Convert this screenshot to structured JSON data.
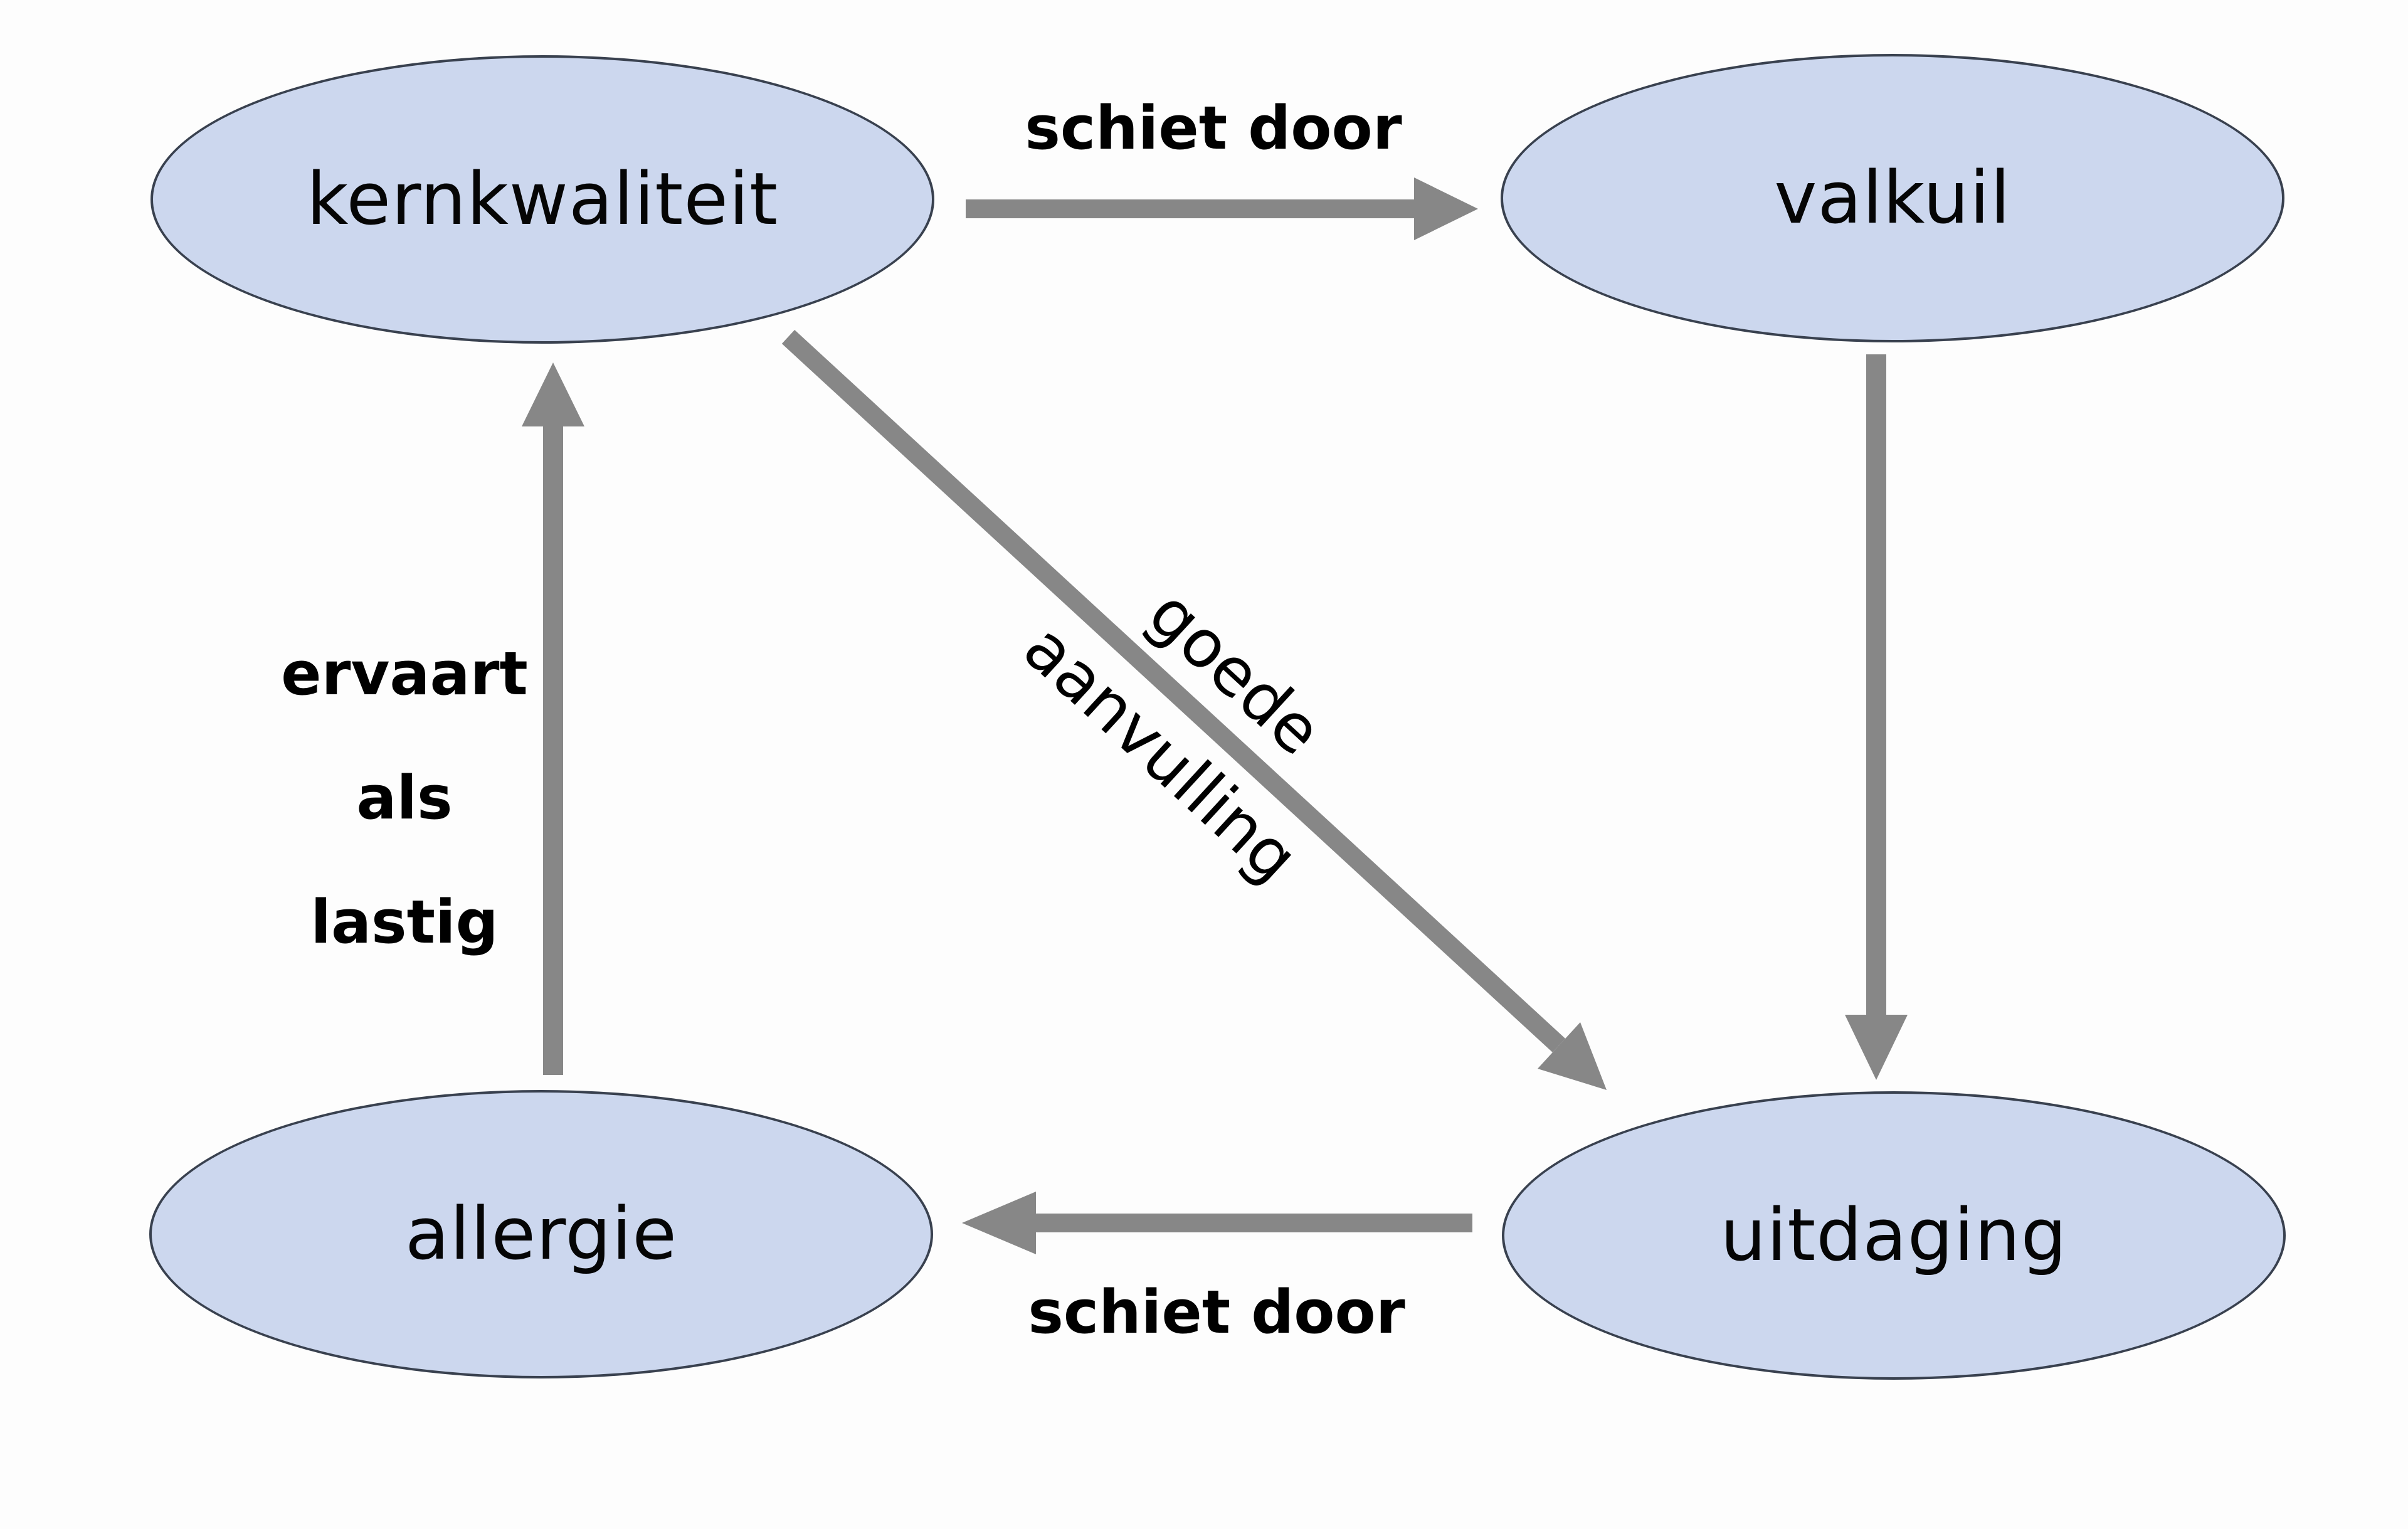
{
  "nodes": {
    "kernkwaliteit": {
      "label": "kernkwaliteit"
    },
    "valkuil": {
      "label": "valkuil"
    },
    "allergie": {
      "label": "allergie"
    },
    "uitdaging": {
      "label": "uitdaging"
    }
  },
  "edges": {
    "kernkwaliteit_to_valkuil": {
      "label": "schiet door",
      "direction": "right"
    },
    "valkuil_to_uitdaging": {
      "label": "",
      "direction": "down"
    },
    "uitdaging_to_allergie": {
      "label": "schiet door",
      "direction": "left"
    },
    "allergie_to_kernkwaliteit": {
      "direction": "up",
      "label_lines": {
        "0": "ervaart",
        "1": "als",
        "2": "lastig"
      }
    },
    "kernkwaliteit_to_uitdaging": {
      "direction": "diagonal-down-right",
      "label_lines": {
        "0": "goede",
        "1": "aanvulling"
      }
    }
  },
  "colors": {
    "node_fill": "#ccd7ee",
    "node_border": "#39414f",
    "arrow": "#878787",
    "label_text": "#000000",
    "background": "#fdfdfd"
  }
}
